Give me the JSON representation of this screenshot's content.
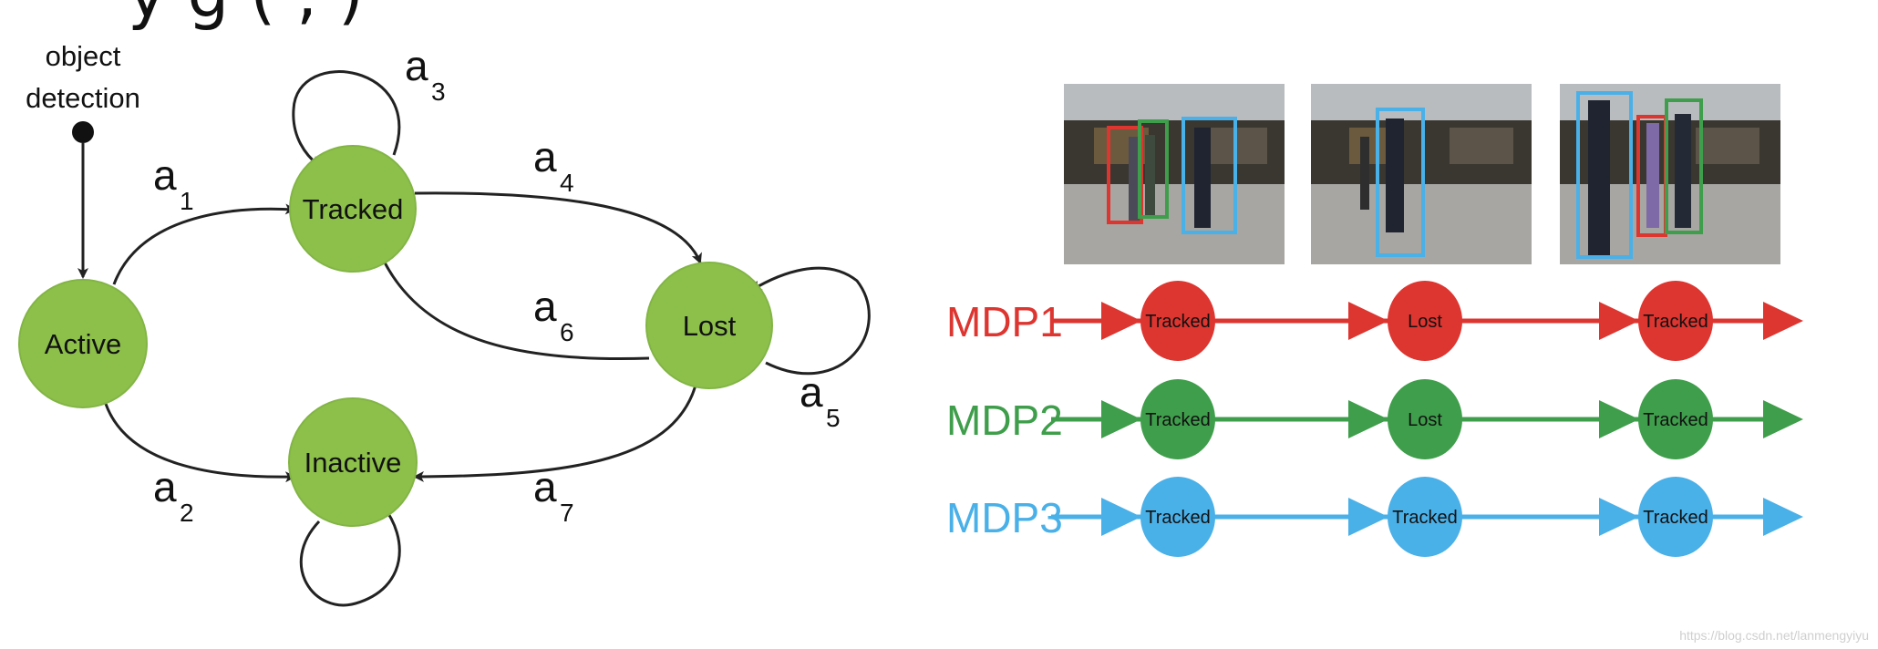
{
  "top_title_fragment": "y          g (    ,      )",
  "state_diagram": {
    "entry_label_lines": [
      "object",
      "detection"
    ],
    "states": {
      "active": "Active",
      "tracked": "Tracked",
      "lost": "Lost",
      "inactive": "Inactive"
    },
    "actions": {
      "a1": {
        "base": "a",
        "sub": "1"
      },
      "a2": {
        "base": "a",
        "sub": "2"
      },
      "a3": {
        "base": "a",
        "sub": "3"
      },
      "a4": {
        "base": "a",
        "sub": "4"
      },
      "a5": {
        "base": "a",
        "sub": "5"
      },
      "a6": {
        "base": "a",
        "sub": "6"
      },
      "a7": {
        "base": "a",
        "sub": "7"
      }
    },
    "state_color": "#8dc04b"
  },
  "mdp_panel": {
    "frames_count": 3,
    "rows": [
      {
        "label": "MDP1",
        "color": "#dd3530",
        "states": [
          "Tracked",
          "Lost",
          "Tracked"
        ]
      },
      {
        "label": "MDP2",
        "color": "#3f9e4b",
        "states": [
          "Tracked",
          "Lost",
          "Tracked"
        ]
      },
      {
        "label": "MDP3",
        "color": "#4ab0e8",
        "states": [
          "Tracked",
          "Tracked",
          "Tracked"
        ]
      }
    ]
  },
  "watermark": "https://blog.csdn.net/lanmengyiyu"
}
